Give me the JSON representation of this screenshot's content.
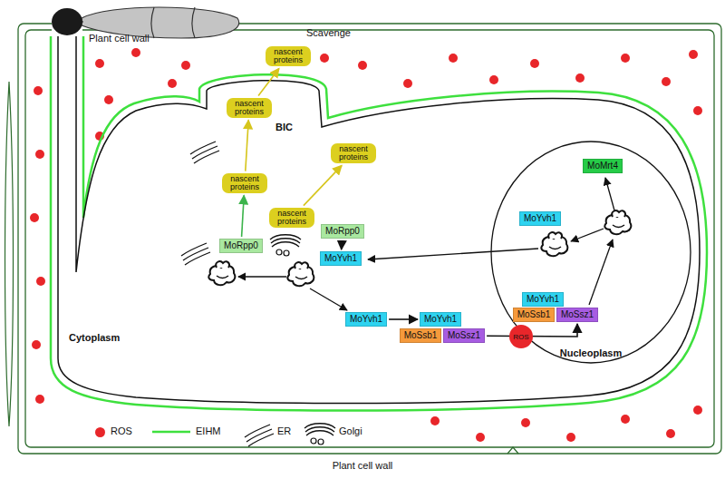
{
  "diagram": {
    "nodes": [
      {
        "text": [
          "nascent proteins"
        ]
      },
      {
        "text": [
          "nascent proteins"
        ]
      },
      {
        "text": [
          "nascent proteins"
        ]
      },
      {
        "text": [
          "nascent proteins"
        ]
      },
      {
        "text": [
          "nascent proteins"
        ]
      },
      {
        "text": [
          "MoRpp0"
        ]
      },
      {
        "text": [
          "MoRpp0"
        ]
      },
      {
        "text": [
          "MoYvh1"
        ]
      },
      {
        "text": [
          "MoMrt4"
        ]
      },
      {
        "text": [
          "MoYvh1"
        ]
      },
      {
        "text": [
          "MoYvh1"
        ]
      },
      {
        "text": [
          "MoSsb1"
        ]
      },
      {
        "text": [
          "MoSsz1"
        ]
      },
      {
        "text": [
          "MoYvh1"
        ]
      },
      {
        "text": [
          "MoYvh1"
        ]
      },
      {
        "text": [
          "MoSsb1"
        ]
      },
      {
        "text": [
          "MoSsz1"
        ]
      },
      {
        "text": [
          "ROS"
        ]
      }
    ],
    "edges": [
      {
        "from": 5,
        "to": 3,
        "arrow": "to"
      },
      {
        "from": 3,
        "to": 1,
        "arrow": "to"
      },
      {
        "from": 1,
        "to": 0,
        "arrow": "to"
      },
      {
        "from": 4,
        "to": 2,
        "arrow": "to"
      },
      {
        "from": 6,
        "to": 7,
        "arrow": "to"
      },
      {
        "from": 13,
        "to": 14,
        "arrow": "to"
      },
      {
        "from": 16,
        "to": 12,
        "arrow": "to"
      }
    ],
    "labels": [
      "Plant cell wall",
      "Scavenge",
      "BIC",
      "Cytoplasm",
      "Nucleoplasm",
      "Plant cell wall"
    ],
    "legend": [
      {
        "text": "ROS",
        "color": "#e8262a"
      },
      {
        "text": "EIHM"
      },
      {
        "text": "ER"
      },
      {
        "text": "Golgi"
      }
    ]
  }
}
